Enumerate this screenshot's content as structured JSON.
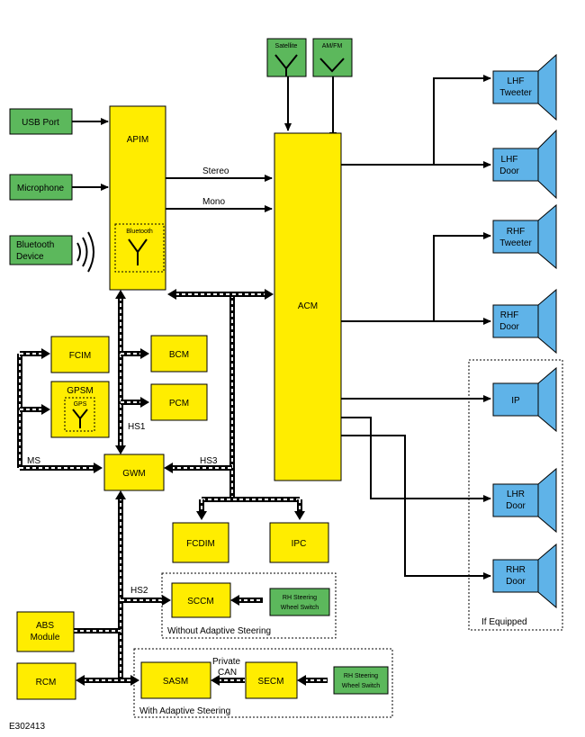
{
  "modules": {
    "apim": "APIM",
    "acm": "ACM",
    "fcim": "FCIM",
    "gpsm": "GPSM",
    "bcm": "BCM",
    "pcm": "PCM",
    "gwm": "GWM",
    "fcdim": "FCDIM",
    "ipc": "IPC",
    "sccm": "SCCM",
    "abs": [
      "ABS",
      "Module"
    ],
    "rcm": "RCM",
    "sasm": "SASM",
    "secm": "SECM"
  },
  "inputs": {
    "usb": "USB Port",
    "microphone": "Microphone",
    "bluetooth_device": [
      "Bluetooth",
      "Device"
    ],
    "satellite": "Satellite",
    "amfm": "AM/FM",
    "rh_switch_1": [
      "RH Steering",
      "Wheel Switch"
    ],
    "rh_switch_2": [
      "RH Steering",
      "Wheel Switch"
    ]
  },
  "embedded": {
    "bluetooth": "Bluetooth",
    "gps": "GPS"
  },
  "speakers": [
    [
      "LHF",
      "Tweeter"
    ],
    [
      "LHF",
      "Door"
    ],
    [
      "RHF",
      "Tweeter"
    ],
    [
      "RHF",
      "Door"
    ],
    [
      "IP"
    ],
    [
      "LHR",
      "Door"
    ],
    [
      "RHR",
      "Door"
    ]
  ],
  "signals": {
    "stereo": "Stereo",
    "mono": "Mono",
    "hs1": "HS1",
    "hs2": "HS2",
    "hs3": "HS3",
    "ms": "MS",
    "private_can": [
      "Private",
      "CAN"
    ]
  },
  "notes": {
    "if_equipped": "If Equipped",
    "without_adaptive": "Without Adaptive Steering",
    "with_adaptive": "With Adaptive Steering",
    "figure_id": "E302413"
  },
  "colors": {
    "module": "#ffed00",
    "input": "#5cb85c",
    "speaker": "#5fb3e8"
  }
}
